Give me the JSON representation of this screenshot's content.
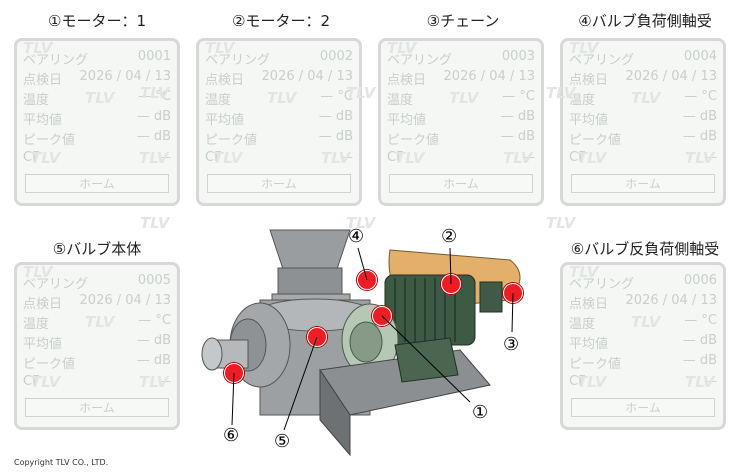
{
  "panels": [
    {
      "title": "①モーター：1",
      "bearing": "0001",
      "date": "2026 / 04 / 13"
    },
    {
      "title": "②モーター：2",
      "bearing": "0002",
      "date": "2026 / 04 / 13"
    },
    {
      "title": "③チェーン",
      "bearing": "0003",
      "date": "2026 / 04 / 13"
    },
    {
      "title": "④バルブ負荷側軸受",
      "bearing": "0004",
      "date": "2026 / 04 / 13"
    },
    {
      "title": "⑤バルブ本体",
      "bearing": "0005",
      "date": "2026 / 04 / 13"
    },
    {
      "title": "⑥バルブ反負荷側軸受",
      "bearing": "0006",
      "date": "2026 / 04 / 13"
    }
  ],
  "labels": {
    "bearing": "ベアリング",
    "date": "点検日",
    "temp": "温度",
    "avg": "平均値",
    "peak": "ピーク値",
    "cf": "CF",
    "home": "ホーム"
  },
  "values": {
    "temp": "— °C",
    "avg": "— dB",
    "peak": "— dB",
    "cf": "—"
  },
  "watermark": "TLV",
  "copyright": "Copyright TLV CO., LTD.",
  "callouts": [
    "①",
    "②",
    "③",
    "④",
    "⑤",
    "⑥"
  ],
  "colors": {
    "marker": "#ee1c25",
    "motor": "#3d5a45",
    "valve": "#8a8d90",
    "belt": "#e2b06a"
  }
}
